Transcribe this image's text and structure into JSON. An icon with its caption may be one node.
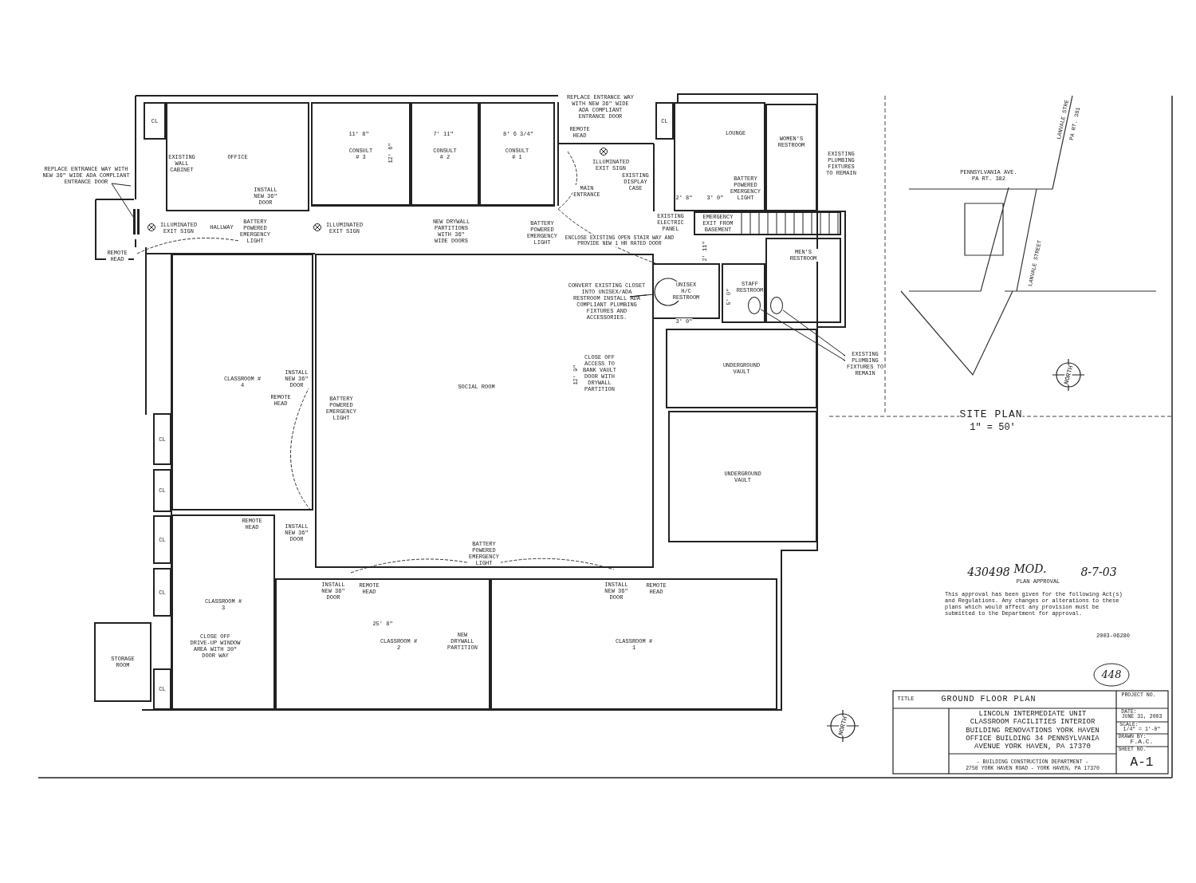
{
  "diagram": {
    "nodes": [
      {
        "text": [
          "OFFICE"
        ]
      },
      {
        "text": [
          "CONSULT # 3"
        ]
      },
      {
        "text": [
          "CONSULT # 2"
        ]
      },
      {
        "text": [
          "CONSULT # 1"
        ]
      },
      {
        "text": [
          "CLASSROOM # 4"
        ]
      },
      {
        "text": [
          "SOCIAL ROOM"
        ]
      },
      {
        "text": [
          "CLASSROOM # 3"
        ]
      },
      {
        "text": [
          "CLASSROOM # 2"
        ]
      },
      {
        "text": [
          "CLASSROOM # 1"
        ]
      },
      {
        "text": [
          "STORAGE ROOM"
        ]
      },
      {
        "text": [
          "LOUNGE"
        ]
      },
      {
        "text": [
          "WOMEN'S RESTROOM"
        ]
      },
      {
        "text": [
          "MEN'S RESTROOM"
        ]
      },
      {
        "text": [
          "STAFF RESTROOM"
        ]
      },
      {
        "text": [
          "UNISEX H/C RESTROOM"
        ]
      },
      {
        "text": [
          "UNDERGROUND VAULT"
        ]
      },
      {
        "text": [
          "UNDERGROUND VAULT"
        ]
      },
      {
        "text": [
          "CL"
        ]
      },
      {
        "text": [
          "CL"
        ]
      },
      {
        "text": [
          "CL"
        ]
      },
      {
        "text": [
          "CL"
        ]
      },
      {
        "text": [
          "CL"
        ]
      },
      {
        "text": [
          "CL"
        ]
      },
      {
        "text": [
          "CL"
        ]
      },
      {
        "text": [
          "EMERGENCY EXIT FROM BASEMENT"
        ]
      },
      {
        "text": [],
        "shape": "box"
      },
      {
        "text": [
          "REPLACE ENTRANCE WAY WITH NEW 36\" WIDE ADA COMPLIANT ENTRANCE DOOR"
        ]
      },
      {
        "text": [
          "CONVERT EXISTING CLOSET INTO UNISEX/ADA RESTROOM INSTALL ADA COMPLIANT PLUMBING FIXTURES AND ACCESSORIES."
        ],
        "in": 5
      },
      {
        "text": [
          "EXISTING PLUMBING FIXTURES TO REMAIN"
        ]
      },
      {
        "text": [],
        "shape": "circle",
        "in": 13
      },
      {
        "text": [],
        "shape": "circle",
        "in": 12
      }
    ],
    "edges": [
      {
        "from": 26,
        "to": 25,
        "arrow": "none"
      },
      {
        "from": 27,
        "to": 14,
        "arrow": "none"
      },
      {
        "from": 28,
        "to": 29,
        "arrow": "none"
      },
      {
        "from": 28,
        "to": 30,
        "arrow": "none"
      }
    ],
    "labels": [
      "EXISTING WALL CABINET",
      "INSTALL NEW 36\" DOOR",
      "ILLUMINATED EXIT SIGN",
      "HALLWAY",
      "BATTERY POWERED EMERGENCY LIGHT",
      "REMOTE HEAD",
      "ILLUMINATED EXIT SIGN",
      "11' 8\"",
      "12' 6\"",
      "7' 11\"",
      "8' 6 3/4\"",
      "NEW DRYWALL PARTITIONS WITH 36\" WIDE DOORS",
      "BATTERY POWERED EMERGENCY LIGHT",
      "REPLACE ENTRANCE WAY WITH NEW 36\" WIDE ADA COMPLIANT ENTRANCE DOOR",
      "REMOTE HEAD",
      "ILLUMINATED EXIT SIGN",
      "MAIN ENTRANCE",
      "EXISTING DISPLAY CASE",
      "2' 8\"",
      "3' 0\"",
      "BATTERY POWERED EMERGENCY LIGHT",
      "EXISTING ELECTRIC PANEL",
      "EXISTING PLUMBING FIXTURES TO REMAIN",
      "ENCLOSE EXISTING OPEN STAIR WAY AND PROVIDE NEW 1 HR RATED DOOR",
      "2' 11\"",
      "5' 0\"",
      "3' 0\"",
      "INSTALL NEW 36\" DOOR",
      "12' 9\"",
      "CLOSE OFF ACCESS TO BANK VAULT DOOR WITH DRYWALL PARTITION",
      "REMOTE HEAD",
      "BATTERY POWERED EMERGENCY LIGHT",
      "REMOTE HEAD",
      "INSTALL NEW 36\" DOOR",
      "BATTERY POWERED EMERGENCY LIGHT",
      "INSTALL NEW 36\" DOOR",
      "REMOTE HEAD",
      "INSTALL NEW 36\" DOOR",
      "REMOTE HEAD",
      "25' 8\"",
      "NEW DRYWALL PARTITION",
      "CLOSE OFF DRIVE-UP WINDOW AREA WITH 30\" DOOR WAY",
      "PENNSYLVANIA AVE. PA RT. 382",
      "LANVALE STREET",
      "LANVALE STRE",
      "PA RT. 381",
      "SITE PLAN",
      "1\" = 50'",
      "NORTH",
      "NORTH",
      "430498",
      "MOD.",
      "8-7-03",
      "PLAN APPROVAL",
      "This approval has been given for the following Act(s) and Regulations. Any changes or alterations to these plans which would affect any provision must be submitted to the Department for approval.",
      "2003-06280",
      "448",
      "TITLE",
      "GROUND FLOOR PLAN",
      "PROJECT NO.",
      "LINCOLN INTERMEDIATE UNIT CLASSROOM FACILITIES INTERIOR BUILDING RENOVATIONS YORK HAVEN OFFICE BUILDING 34 PENNSYLVANIA AVENUE YORK HAVEN, PA 17370",
      "DATE:",
      "JUNE 31, 2003",
      "SCALE:",
      "1/4\" = 1'-0\"",
      "DRAWN BY:",
      "F.A.C.",
      "SHEET NO.",
      "A-1",
      "- BUILDING CONSTRUCTION DEPARTMENT -",
      "2750 YORK HAVEN ROAD - YORK HAVEN, PA 17370"
    ]
  }
}
